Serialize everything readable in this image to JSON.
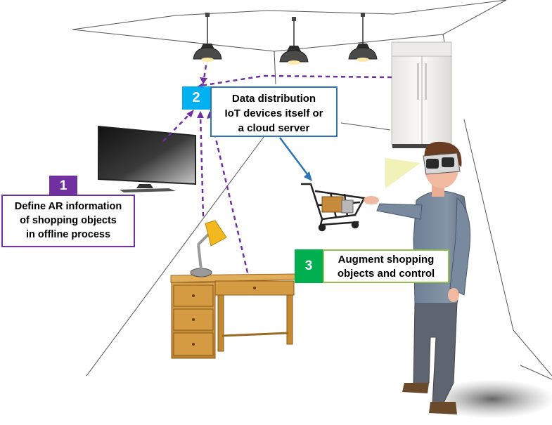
{
  "colors": {
    "step1": "#7030a0",
    "step2": "#00b0f0",
    "step3": "#00b050",
    "arrow_dashed": "#7030a0",
    "arrow_solid": "#2e75b6"
  },
  "steps": [
    {
      "number": "1",
      "lines": [
        "Define AR information",
        "of shopping objects",
        "in offline process"
      ]
    },
    {
      "number": "2",
      "lines": [
        "Data distribution",
        "IoT devices itself or",
        "a cloud server"
      ]
    },
    {
      "number": "3",
      "lines": [
        "Augment shopping",
        "objects and control"
      ]
    }
  ],
  "objects": [
    "pendant-lamp",
    "refrigerator",
    "television",
    "desk-lamp",
    "desk",
    "shopping-cart",
    "person-with-ar-headset"
  ]
}
